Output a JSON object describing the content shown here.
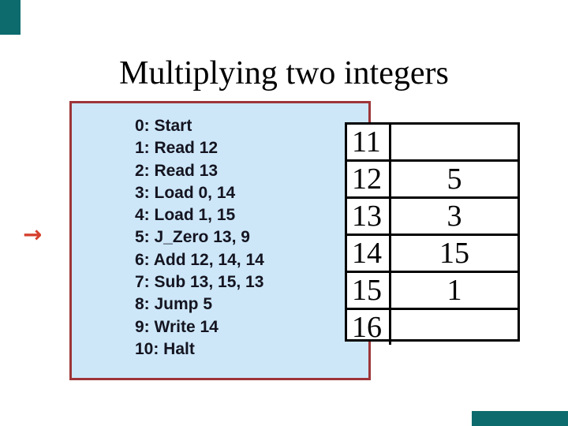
{
  "slide": {
    "title": "Multiplying two integers",
    "pointer_glyph": "→",
    "program": {
      "pointed_line_index": 5,
      "lines": [
        "0: Start",
        "1: Read 12",
        "2: Read 13",
        "3: Load 0, 14",
        "4: Load 1, 15",
        "5: J_Zero 13, 9",
        "6: Add 12, 14, 14",
        "7: Sub 13, 15, 13",
        "8: Jump 5",
        "9: Write 14",
        "10: Halt"
      ]
    },
    "memory_table": {
      "rows": [
        {
          "address": "11",
          "value": ""
        },
        {
          "address": "12",
          "value": "5"
        },
        {
          "address": "13",
          "value": "3"
        },
        {
          "address": "14",
          "value": "15"
        },
        {
          "address": "15",
          "value": "1"
        },
        {
          "address": "16",
          "value": ""
        }
      ]
    },
    "colors": {
      "program_box_fill": "#cde7f9",
      "program_box_border": "#9e3538",
      "pointer_arrow": "#d5402e",
      "corner_accent": "#0d6b6e",
      "table_border": "#000000",
      "title_text": "#000000",
      "program_text": "#141420"
    }
  }
}
